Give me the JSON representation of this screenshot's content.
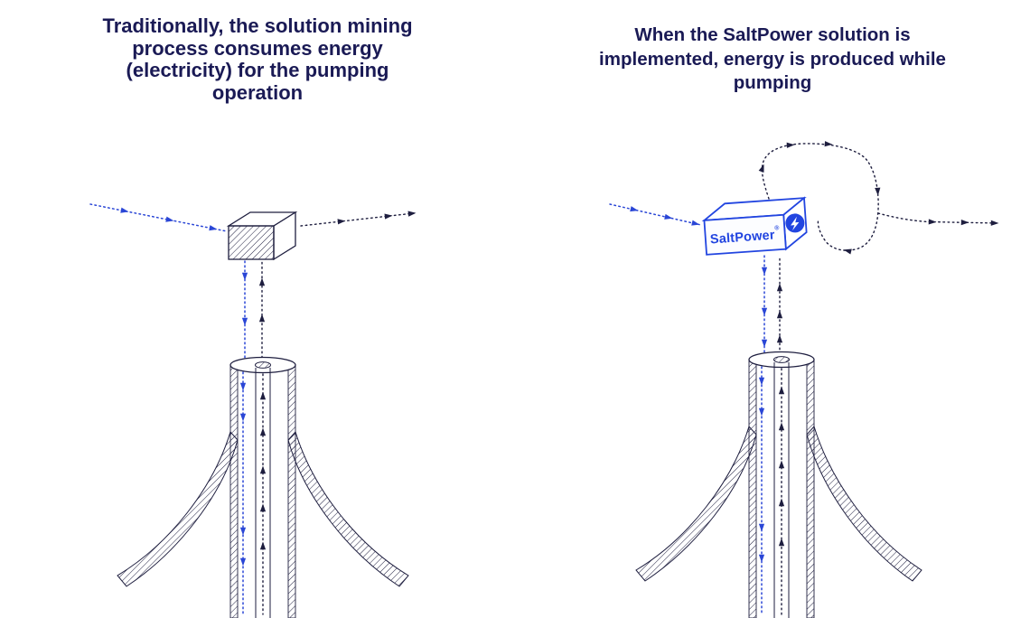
{
  "figure": {
    "type": "comparison-diagram",
    "background": "#ffffff"
  },
  "colors": {
    "title_text": "#1a1a55",
    "flow_blue": "#2a46d6",
    "line_dark": "#1e1e3f",
    "saltpower_blue": "#2245e0",
    "bolt_icon_fill": "#ffffff"
  },
  "panels": {
    "traditional": {
      "title": "Traditionally, the solution mining process consumes energy (electricity) for the pumping operation",
      "title_lines": [
        "Traditionally, the solution mining",
        "process consumes energy",
        "(electricity) for the pumping",
        "operation"
      ]
    },
    "saltpower": {
      "title": "When the SaltPower solution is implemented, energy is produced while pumping",
      "title_lines": [
        "When the SaltPower solution is",
        "implemented, energy is produced while",
        "pumping"
      ],
      "device_label": "SaltPower",
      "device_label_mark": "®"
    }
  },
  "icons": {
    "energy_bolt": "energy-bolt-icon"
  }
}
